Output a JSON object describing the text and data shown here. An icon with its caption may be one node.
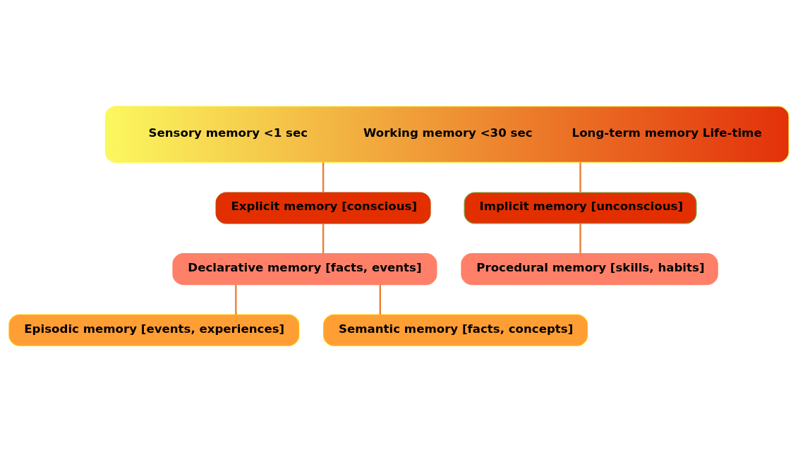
{
  "diagram": {
    "nodes": [
      {
        "text": [
          "Sensory memory <1 sec",
          "Working memory <30 sec",
          "Long-term memory Life-time"
        ]
      },
      {
        "text": [
          "Explicit memory [conscious]"
        ]
      },
      {
        "text": [
          "Implicit memory [unconscious]"
        ]
      },
      {
        "text": [
          "Declarative memory [facts, events]"
        ]
      },
      {
        "text": [
          "Procedural memory [skills, habits]"
        ]
      },
      {
        "text": [
          "Episodic memory [events, experiences]"
        ]
      },
      {
        "text": [
          "Semantic memory [facts, concepts]"
        ]
      }
    ],
    "edges": [
      {
        "from": 0,
        "to": 1,
        "arrow": "none"
      },
      {
        "from": 0,
        "to": 2,
        "arrow": "none"
      },
      {
        "from": 1,
        "to": 3,
        "arrow": "none"
      },
      {
        "from": 2,
        "to": 4,
        "arrow": "none"
      },
      {
        "from": 3,
        "to": 5,
        "arrow": "none"
      },
      {
        "from": 3,
        "to": 6,
        "arrow": "none"
      }
    ]
  }
}
